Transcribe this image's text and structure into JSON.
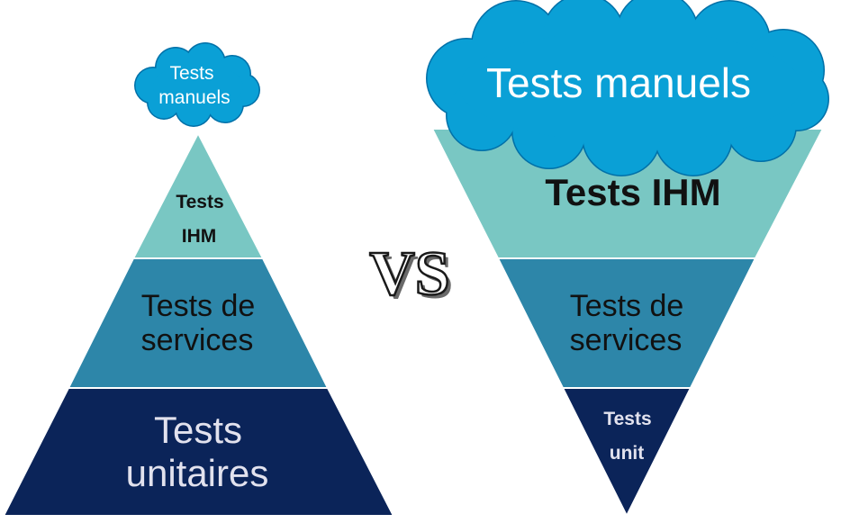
{
  "left_pyramid": {
    "cloud": {
      "line1": "Tests",
      "line2": "manuels"
    },
    "top": {
      "line1": "Tests",
      "line2": "IHM"
    },
    "middle": {
      "line1": "Tests de",
      "line2": "services"
    },
    "bottom": {
      "line1": "Tests",
      "line2": "unitaires"
    }
  },
  "vs_label": "VS",
  "right_pyramid": {
    "cloud": {
      "text": "Tests manuels"
    },
    "top": {
      "text": "Tests IHM"
    },
    "middle": {
      "line1": "Tests de",
      "line2": "services"
    },
    "bottom": {
      "line1": "Tests",
      "line2": "unit"
    }
  },
  "colors": {
    "cloud": "#0AA0D6",
    "cloud_outline": "#0070A8",
    "tier_light": "#79C7C3",
    "tier_mid": "#2D86A9",
    "tier_dark": "#0B2459",
    "text_dark": "#111111",
    "text_light": "#FFFFFF",
    "text_light_soft": "#E2E2EE"
  }
}
